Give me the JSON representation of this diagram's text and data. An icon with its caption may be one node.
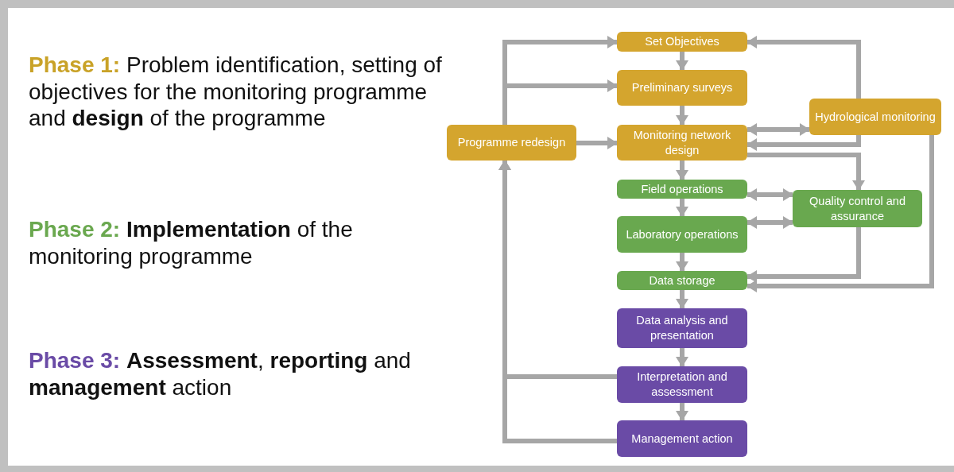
{
  "diagram": {
    "nodes": [
      {
        "text": [
          "Set Objectives"
        ]
      },
      {
        "text": [
          "Preliminary surveys"
        ]
      },
      {
        "text": [
          "Programme redesign"
        ]
      },
      {
        "text": [
          "Monitoring network design"
        ]
      },
      {
        "text": [
          "Hydrological monitoring"
        ]
      },
      {
        "text": [
          "Field operations"
        ]
      },
      {
        "text": [
          "Quality control and assurance"
        ]
      },
      {
        "text": [
          "Laboratory operations"
        ]
      },
      {
        "text": [
          "Data storage"
        ]
      },
      {
        "text": [
          "Data analysis and presentation"
        ]
      },
      {
        "text": [
          "Interpretation and assessment"
        ]
      },
      {
        "text": [
          "Management action"
        ]
      }
    ],
    "edges": [
      {
        "from": 0,
        "to": 1,
        "arrow": "to"
      },
      {
        "from": 1,
        "to": 3,
        "arrow": "to"
      },
      {
        "from": 3,
        "to": 5,
        "arrow": "to"
      },
      {
        "from": 5,
        "to": 7,
        "arrow": "to"
      },
      {
        "from": 7,
        "to": 8,
        "arrow": "to"
      },
      {
        "from": 8,
        "to": 9,
        "arrow": "to"
      },
      {
        "from": 9,
        "to": 10,
        "arrow": "to"
      },
      {
        "from": 10,
        "to": 11,
        "arrow": "to"
      },
      {
        "from": 2,
        "to": 0,
        "arrow": "to"
      },
      {
        "from": 2,
        "to": 1,
        "arrow": "to"
      },
      {
        "from": 2,
        "to": 3,
        "arrow": "to"
      },
      {
        "from": 3,
        "to": 4,
        "arrow": "both"
      },
      {
        "from": 4,
        "to": 3,
        "arrow": "to"
      },
      {
        "from": 4,
        "to": 0,
        "arrow": "to"
      },
      {
        "from": 3,
        "to": 6,
        "arrow": "to"
      },
      {
        "from": 5,
        "to": 6,
        "arrow": "both"
      },
      {
        "from": 7,
        "to": 6,
        "arrow": "both"
      },
      {
        "from": 6,
        "to": 8,
        "arrow": "to"
      },
      {
        "from": 4,
        "to": 8,
        "arrow": "to"
      },
      {
        "from": 10,
        "to": 2,
        "arrow": "to"
      },
      {
        "from": 11,
        "to": 2,
        "arrow": "to"
      }
    ],
    "labels": [
      "**Phase 1:** Problem identification, setting of objectives for the monitoring programme and **design** of the programme",
      "**Phase 2:** **Implementation** of the monitoring programme",
      "**Phase 3:** **Assessment**, **reporting** and **management** action"
    ]
  }
}
